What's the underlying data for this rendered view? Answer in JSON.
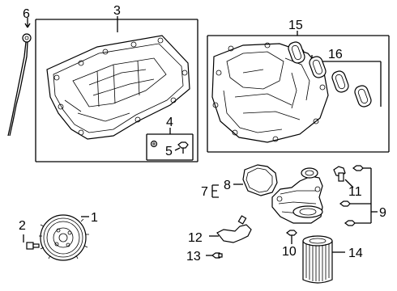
{
  "callouts": {
    "c1": "1",
    "c2": "2",
    "c3": "3",
    "c4": "4",
    "c5": "5",
    "c6": "6",
    "c7": "7",
    "c8": "8",
    "c9": "9",
    "c10": "10",
    "c11": "11",
    "c12": "12",
    "c13": "13",
    "c14": "14",
    "c15": "15",
    "c16": "16"
  },
  "parts": [
    {
      "id": "1",
      "name": "crankshaft-pulley"
    },
    {
      "id": "2",
      "name": "pulley-bolt"
    },
    {
      "id": "3",
      "name": "oil-pan"
    },
    {
      "id": "4",
      "name": "drain-plug-kit"
    },
    {
      "id": "5",
      "name": "drain-plug"
    },
    {
      "id": "6",
      "name": "dipstick"
    },
    {
      "id": "7",
      "name": "oil-filter-adapter"
    },
    {
      "id": "8",
      "name": "adapter-gasket"
    },
    {
      "id": "9",
      "name": "adapter-bolts"
    },
    {
      "id": "10",
      "name": "adapter-bolt"
    },
    {
      "id": "11",
      "name": "sensor"
    },
    {
      "id": "12",
      "name": "fitting"
    },
    {
      "id": "13",
      "name": "bolt"
    },
    {
      "id": "14",
      "name": "oil-filter"
    },
    {
      "id": "15",
      "name": "intake-manifold"
    },
    {
      "id": "16",
      "name": "manifold-gaskets"
    }
  ]
}
